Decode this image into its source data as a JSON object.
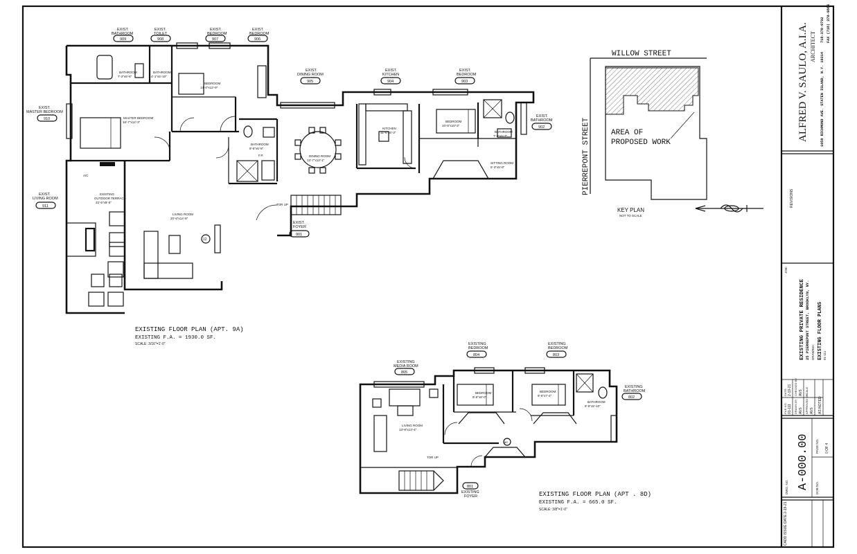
{
  "plan_9a": {
    "title": "EXISTING FLOOR PLAN (APT. 9A)",
    "area": "EXISTING F.A. = 1930.0 SF.",
    "scale": "SCALE: 3/16\"=1'-0\"",
    "tags": [
      {
        "label1": "EXIST.",
        "label2": "BATHROOM",
        "num": "909"
      },
      {
        "label1": "EXIST.",
        "label2": "TOILET",
        "num": "908"
      },
      {
        "label1": "EXIST.",
        "label2": "BEDROOM",
        "num": "907"
      },
      {
        "label1": "EXIST.",
        "label2": "BEDROOM",
        "num": "906"
      },
      {
        "label1": "EXIST.",
        "label2": "DINING ROOM",
        "num": "905"
      },
      {
        "label1": "EXIST.",
        "label2": "KITCHEN",
        "num": "904"
      },
      {
        "label1": "EXIST.",
        "label2": "BEDROOM",
        "num": "903"
      },
      {
        "label1": "EXIST.",
        "label2": "BATHROOM",
        "num": "902"
      },
      {
        "label1": "EXIST.",
        "label2": "MASTER BEDROOM",
        "num": "910"
      },
      {
        "label1": "EXIST.",
        "label2": "LIVING ROOM",
        "num": "911"
      },
      {
        "label1": "EXIST.",
        "label2": "FOYER",
        "num": "901"
      }
    ],
    "rooms": [
      {
        "name": "BATHROOM",
        "dim": "7'-2\"x5'-6\""
      },
      {
        "name": "BATHROOM",
        "dim": "4'-1\"x5'-10\""
      },
      {
        "name": "BEDROOM",
        "dim": "14'-0\"x12'-9\""
      },
      {
        "name": "MASTER BEDROOM",
        "dim": "16'-7\"x12'-3\""
      },
      {
        "name": "BATHROOM",
        "dim": "8'-5\"x5'-8\""
      },
      {
        "name": "DINING ROOM",
        "dim": "13'-7\"x13'-1\""
      },
      {
        "name": "KITCHEN",
        "dim": "11'-6\"x6'-3\""
      },
      {
        "name": "BEDROOM",
        "dim": "10'-8\"x10'-3\""
      },
      {
        "name": "BATHROOM",
        "dim": "7'-5\"x5'-7\""
      },
      {
        "name": "SITTING ROOM",
        "dim": "5'-3\"x5'-9\""
      },
      {
        "name": "LIVING ROOM",
        "dim": "20'-6\"x14'-8\""
      },
      {
        "name": "EXISTING",
        "dim": "OUTDOOR TERRACE"
      },
      {
        "name": "",
        "dim": "22'-5\"x8'-5\""
      }
    ],
    "ac": "A/C",
    "fp": "F.P.",
    "tor_up": "TOR UP",
    "marker": "12"
  },
  "plan_8d": {
    "title": "EXISTING  FLOOR PLAN (APT . 8D)",
    "area": "EXISTING F.A. = 665.0 SF.",
    "scale": "SCALE: 3/8\"=1'-0\"",
    "tags": [
      {
        "label1": "EXISTING",
        "label2": "MEDIA ROOM",
        "num": "805"
      },
      {
        "label1": "EXISTING",
        "label2": "BEDROOM",
        "num": "804"
      },
      {
        "label1": "EXISTING",
        "label2": "BEDROOM",
        "num": "803"
      },
      {
        "label1": "EXISTING",
        "label2": "BATHROOM",
        "num": "802"
      },
      {
        "label1": "EXISTING",
        "label2": "FOYER",
        "num": "801"
      }
    ],
    "rooms": [
      {
        "name": "BEDROOM",
        "dim": "9'-5\"x8'-0\""
      },
      {
        "name": "BEDROOM",
        "dim": "9'-5\"x7'-4\""
      },
      {
        "name": "BATHROOM",
        "dim": "8'-5\"x5'-10\""
      },
      {
        "name": "LIVING ROOM",
        "dim": "13'-8\"x13'-4\""
      }
    ],
    "tor_up": "TOR UP",
    "marker": "8D"
  },
  "key_plan": {
    "street_top": "WILLOW STREET",
    "street_side": "PIERREPONT STREET",
    "area_label_1": "AREA OF",
    "area_label_2": "PROPOSED WORK",
    "title": "KEY PLAN",
    "subtitle": "NOT TO SCALE"
  },
  "title_block": {
    "architect": "ALFRED V. SAULO, A.I.A.",
    "architect_role": "ARCHITECT",
    "address": "1050 RICHMOND AVE. STATEN ISLAND, N.Y. 10314",
    "tel": "718-370-0792",
    "fax": "FAX (718) 370-0863",
    "revisions": "REVISIONS",
    "job_label": "JOB:",
    "project": "EXISTING PRIVATE RESIDENCE",
    "project_address": "25 PIERREPONT STREET, BROOKLYN, NY.",
    "drawing_label": "DRAWING:",
    "drawing": "EXISTING FLOOR PLANS",
    "drawing_num": "01-111",
    "file_label": "FILE NO.",
    "file_val": "01-111",
    "date_label": "DATE:",
    "date_val": "2-19-21",
    "drawn_label": "DRAWN BY",
    "drawn_val": "AVS",
    "checked_label": "CHECKED BY",
    "checked_val": "AVS",
    "approved_label": "APPROVED BY",
    "approved_val": "AVS",
    "scale_label": "SCALE",
    "scale_val": "AS NOTED",
    "dwg_label": "DWG. NO.",
    "dwg_no": "A-000.00",
    "page_label": "PAGE NO.",
    "page_val": "0 OF 4",
    "dob_label": "DOB NO.",
    "cadd": "CADD ISSUE DATE 2-19-21"
  }
}
